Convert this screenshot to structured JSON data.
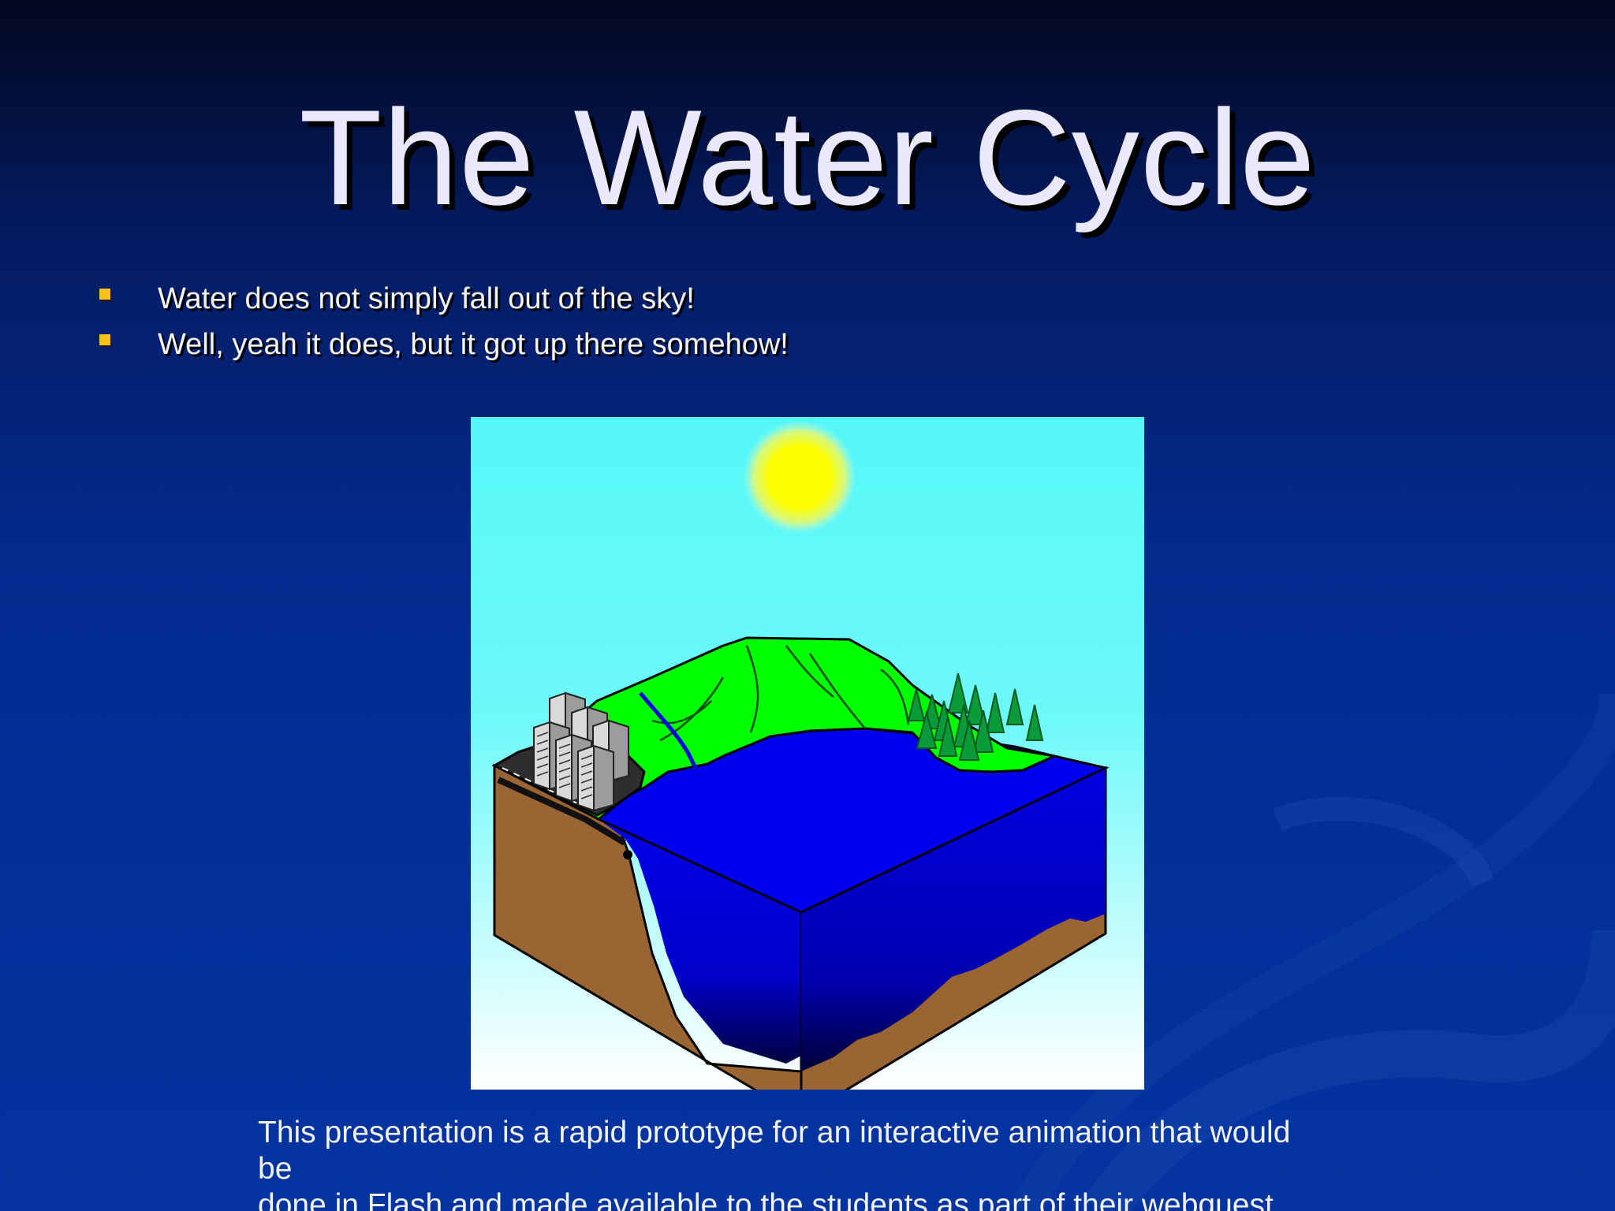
{
  "slide": {
    "title": "The Water Cycle",
    "bullets": [
      "Water does not simply fall out of the sky!",
      "Well, yeah it does, but it got up there somehow!"
    ],
    "caption_lines": [
      "This presentation is a rapid prototype for an interactive animation that would",
      "be",
      "done in Flash and made available to the students as part of their webquest"
    ]
  },
  "colors": {
    "title_text": "#e9e9fb",
    "bullet_marker": "#f6c21a",
    "sky_top": "#55f7f7",
    "sky_bottom": "#ffffff",
    "sun": "#ffff00",
    "land": "#00ff00",
    "water": "#0000e0",
    "soil": "#9a6532"
  },
  "icons": {
    "bullet": "square-bullet-icon",
    "city": "buildings-icon",
    "forest": "pine-trees-icon",
    "sun": "sun-icon"
  }
}
